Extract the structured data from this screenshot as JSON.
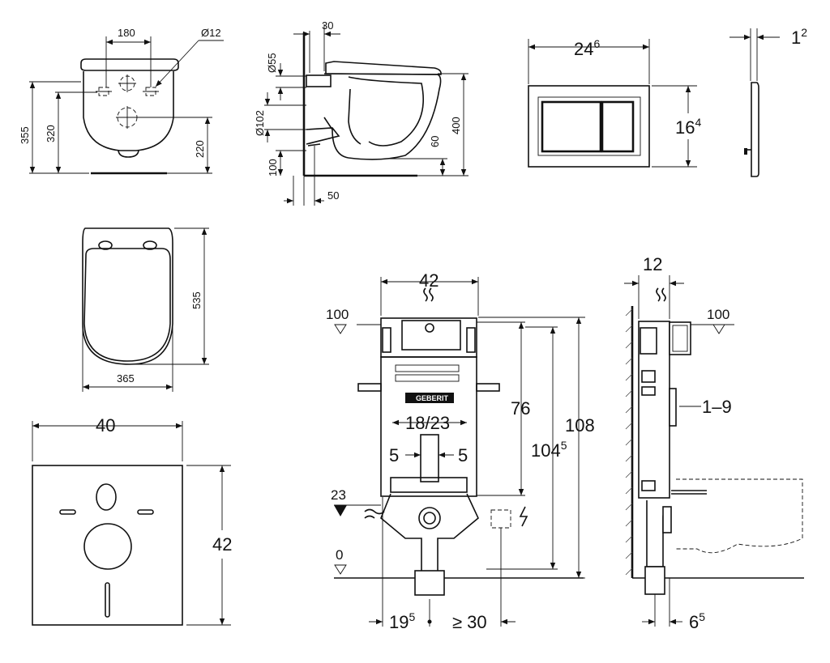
{
  "top_left_view": {
    "labels": {
      "d180": "180",
      "d12": "Ø12",
      "d355": "355",
      "d320": "320",
      "d220": "220"
    }
  },
  "side_view": {
    "labels": {
      "d30": "30",
      "d55": "Ø55",
      "d102": "Ø102",
      "d100": "100",
      "d400": "400",
      "d60": "60",
      "d50": "50"
    }
  },
  "flush_plate": {
    "labels": {
      "width_main": "24",
      "width_sup": "6",
      "height_main": "16",
      "height_sup": "4",
      "depth_main": "1",
      "depth_sup": "2"
    }
  },
  "seat_view": {
    "labels": {
      "d535": "535",
      "d365": "365"
    }
  },
  "pad_view": {
    "labels": {
      "d40": "40",
      "d42": "42"
    }
  },
  "frame_front": {
    "labels": {
      "d42": "42",
      "lvl100": "100",
      "d76": "76",
      "d108": "108",
      "d1045_main": "104",
      "d1045_sup": "5",
      "d1823": "18/23",
      "d5a": "5",
      "d5b": "5",
      "lvl23": "23",
      "lvl0": "0",
      "d195_main": "19",
      "d195_sup": "5",
      "d30": "≥ 30"
    },
    "brand": "GEBERIT"
  },
  "frame_side": {
    "labels": {
      "d12": "12",
      "lvl100": "100",
      "d19": "1–9",
      "d65_main": "6",
      "d65_sup": "5"
    }
  },
  "icons": [
    "water-supply-icon",
    "electric-icon",
    "level-marker-icon"
  ]
}
